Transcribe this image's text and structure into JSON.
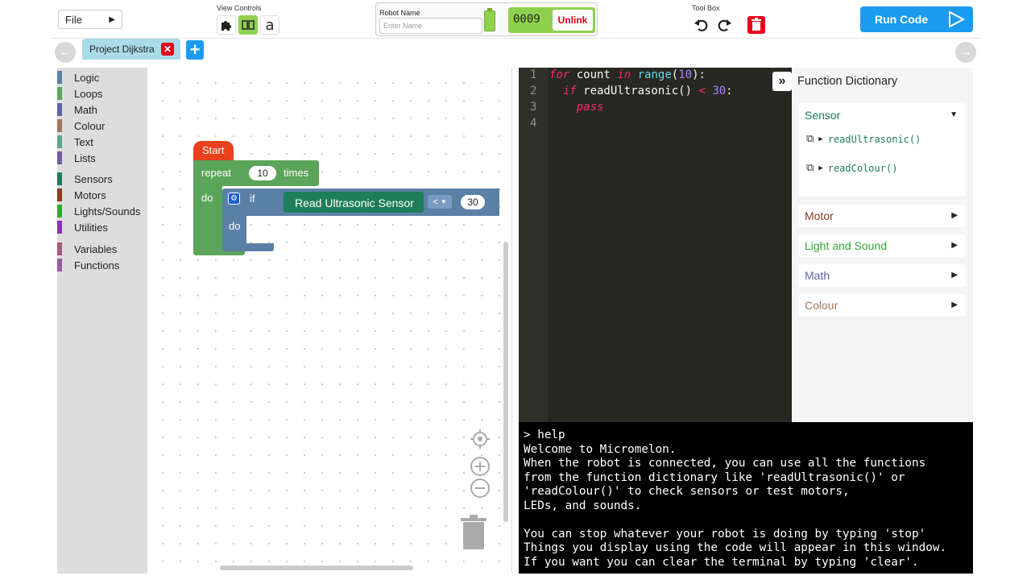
{
  "topbar": {
    "file_label": "File",
    "view_controls_label": "View Controls",
    "robot_name_label": "Robot Name",
    "robot_name_placeholder": "Enter Name",
    "robot_id": "0009",
    "unlink_label": "Unlink",
    "tool_box_label": "Tool Box",
    "run_code_label": "Run Code"
  },
  "tabs": [
    {
      "label": "Project Dijkstra"
    }
  ],
  "categories": [
    {
      "label": "Logic",
      "color": "#5b80a5"
    },
    {
      "label": "Loops",
      "color": "#5ba55b"
    },
    {
      "label": "Math",
      "color": "#5b67a5"
    },
    {
      "label": "Colour",
      "color": "#a5745b"
    },
    {
      "label": "Text",
      "color": "#5ba58c"
    },
    {
      "label": "Lists",
      "color": "#745ba5"
    },
    {
      "label": "Sensors",
      "color": "#1e7d5a"
    },
    {
      "label": "Motors",
      "color": "#8b3a1e"
    },
    {
      "label": "Lights/Sounds",
      "color": "#2fa82f"
    },
    {
      "label": "Utilities",
      "color": "#8b2fb8"
    },
    {
      "label": "Variables",
      "color": "#a55b80"
    },
    {
      "label": "Functions",
      "color": "#995ba5"
    }
  ],
  "blocks": {
    "start_label": "Start",
    "repeat_label": "repeat",
    "repeat_count": "10",
    "times_label": "times",
    "do_label": "do",
    "if_label": "if",
    "sensor_label": "Read Ultrasonic Sensor",
    "operator": "<",
    "compare_value": "30",
    "inner_do_label": "do"
  },
  "editor": {
    "line_numbers": [
      "1",
      "2",
      "3",
      "4"
    ],
    "lines": [
      "for count in range(10):",
      "  if readUltrasonic() < 30:",
      "    pass",
      ""
    ]
  },
  "dictionary": {
    "title": "Function Dictionary",
    "sections": [
      {
        "label": "Sensor",
        "color": "#1e7d5a",
        "expanded": true,
        "functions": [
          "readUltrasonic()",
          "readColour()"
        ]
      },
      {
        "label": "Motor",
        "color": "#8b3a1e",
        "expanded": false
      },
      {
        "label": "Light and Sound",
        "color": "#2fa82f",
        "expanded": false
      },
      {
        "label": "Math",
        "color": "#5b67a5",
        "expanded": false
      },
      {
        "label": "Colour",
        "color": "#a5745b",
        "expanded": false
      }
    ]
  },
  "terminal": {
    "lines": [
      "> help",
      "Welcome to Micromelon.",
      "When the robot is connected, you can use all the functions",
      "from the function dictionary like 'readUltrasonic()' or",
      "'readColour()' to check sensors or test motors,",
      "LEDs, and sounds.",
      "",
      "You can stop whatever your robot is doing by typing 'stop'",
      "Things you display using the code will appear in this window.",
      "If you want you can clear the terminal by typing 'clear'."
    ]
  },
  "colors": {
    "accent": "#1b9bf0",
    "danger": "#e8001c",
    "battery": "#8fd14f",
    "tab": "#a9dbe8",
    "start_block": "#e8411c",
    "loop_block": "#5ba55b",
    "logic_block": "#5b80a5",
    "sensor_block": "#1e7d5a"
  }
}
